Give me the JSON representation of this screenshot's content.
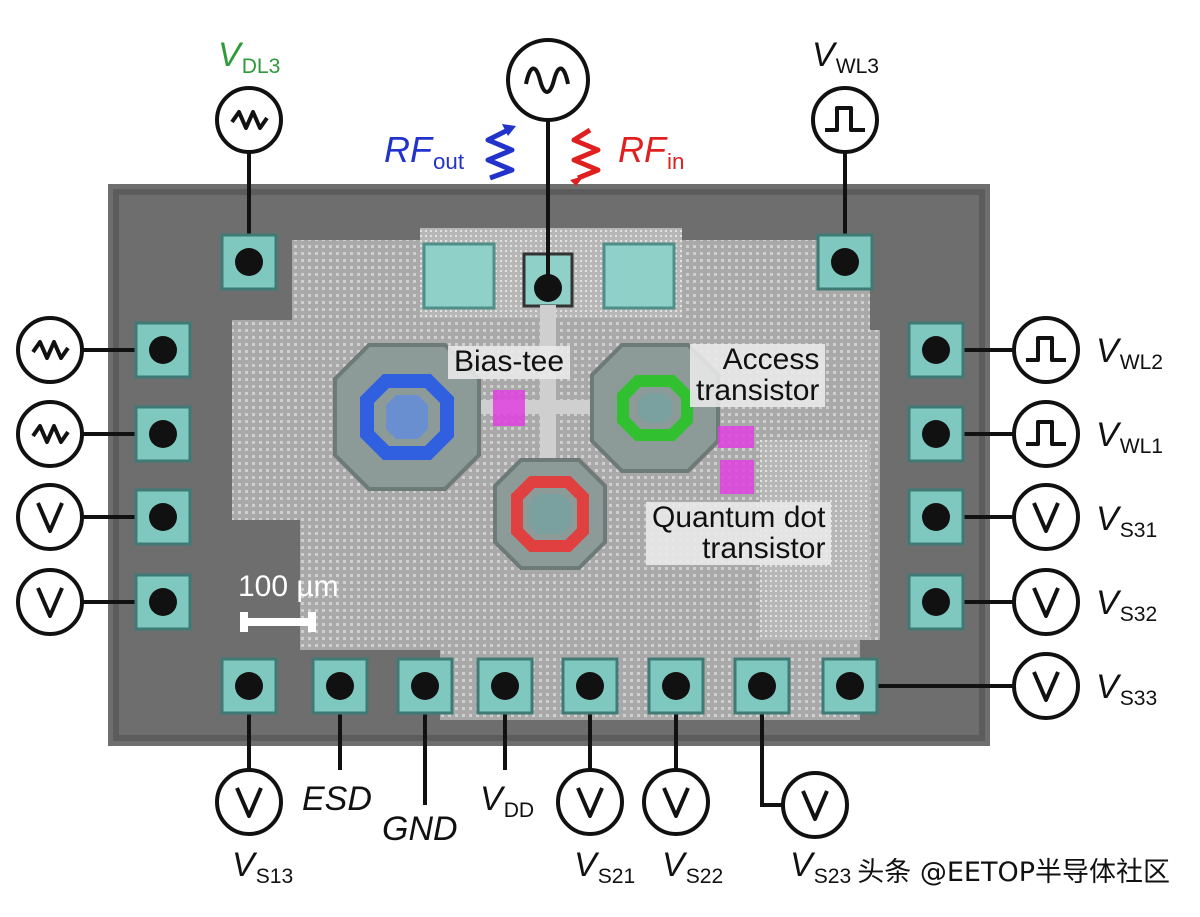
{
  "labels": {
    "v_dl3": {
      "main": "V",
      "sub": "DL3"
    },
    "v_wl3": {
      "main": "V",
      "sub": "WL3"
    },
    "v_wl2": {
      "main": "V",
      "sub": "WL2"
    },
    "v_wl1": {
      "main": "V",
      "sub": "WL1"
    },
    "v_s31": {
      "main": "V",
      "sub": "S31"
    },
    "v_s32": {
      "main": "V",
      "sub": "S32"
    },
    "v_s33": {
      "main": "V",
      "sub": "S33"
    },
    "v_s13": {
      "main": "V",
      "sub": "S13"
    },
    "v_s21": {
      "main": "V",
      "sub": "S21"
    },
    "v_s22": {
      "main": "V",
      "sub": "S22"
    },
    "v_s23": {
      "main": "V",
      "sub": "S23"
    },
    "v_dd": {
      "main": "V",
      "sub": "DD"
    },
    "esd": "ESD",
    "gnd": "GND",
    "rf_out": {
      "main": "RF",
      "sub": "out"
    },
    "rf_in": {
      "main": "RF",
      "sub": "in"
    }
  },
  "captions": {
    "bias_tee": "Bias-tee",
    "access_transistor": [
      "Access",
      "transistor"
    ],
    "quantum_dot_transistor": [
      "Quantum dot",
      "transistor"
    ]
  },
  "scale_bar": "100 µm",
  "watermark": "头条 @EETOP半导体社区",
  "colors": {
    "v_dl3_label": "#2e9a3a",
    "rf_out": "#2233cc",
    "rf_in": "#e02020",
    "inductor_blue": "#3060e0",
    "inductor_green": "#30c030",
    "inductor_red": "#e04040",
    "bias_tee_pink": "#e040e0",
    "pad": "#7fc8c0",
    "chip": "#6e6e6e"
  },
  "sources": {
    "dl3": "triangle-wave-source-icon",
    "rf": "sine-wave-source-icon",
    "wl3": "pulse-source-icon",
    "wl2": "pulse-source-icon",
    "wl1": "pulse-source-icon",
    "left1": "triangle-wave-source-icon",
    "left2": "triangle-wave-source-icon",
    "left3": "dc-voltage-source-icon",
    "left4": "dc-voltage-source-icon",
    "s31": "dc-voltage-source-icon",
    "s32": "dc-voltage-source-icon",
    "s33": "dc-voltage-source-icon",
    "s13": "dc-voltage-source-icon",
    "s21": "dc-voltage-source-icon",
    "s22": "dc-voltage-source-icon",
    "s23": "dc-voltage-source-icon"
  }
}
